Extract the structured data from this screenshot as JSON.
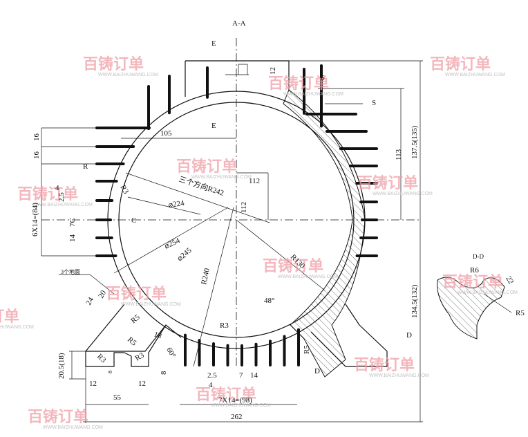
{
  "drawing": {
    "section_title": "A-A",
    "section_markers": {
      "e_top": "E",
      "e_bottom": "E",
      "s": "S",
      "c": "C",
      "d_left": "D",
      "d_right": "D"
    },
    "dimensions": {
      "d105": "105",
      "d16a": "16",
      "d16b": "16",
      "d4": "4",
      "d25": "2.5",
      "d7c": "7C",
      "d14": "14",
      "fins_left": "6X14=(84)",
      "r_small": "R",
      "r3_top": "R3",
      "r242": "三个方向R242",
      "d112_h": "112",
      "d112_v": "112",
      "d12_top": "12",
      "d6": "6",
      "dia224": "⌀224",
      "dia254": "⌀254",
      "dia245": "⌀245",
      "r240": "R240",
      "r130": "R130",
      "a48": "48°",
      "d113": "113",
      "d1375": "137.5(135)",
      "d1345": "134.5(132)",
      "note_3": "3个地面",
      "d24": "24",
      "d20": "20",
      "r5a": "R5",
      "r5b": "R5",
      "d18": "18",
      "a60": "60°",
      "d205": "20.5(18)",
      "r3a": "R3",
      "r3b": "R3",
      "d8a": "8",
      "d8b": "8",
      "d12a": "12",
      "d12b": "12",
      "d55": "55",
      "r3_bottom": "R3",
      "r5_right": "R5",
      "d25b": "2.5",
      "d4b": "4",
      "d7": "7",
      "d14b": "14",
      "fins_bottom": "7X14=(98)",
      "d262": "262"
    },
    "detail_dd": {
      "title": "D-D",
      "r6": "R6",
      "d22": "22",
      "r5": "R5"
    }
  },
  "watermark": {
    "logo": "百铸订单",
    "url": "WWW.BAIZHUWANG.COM"
  }
}
